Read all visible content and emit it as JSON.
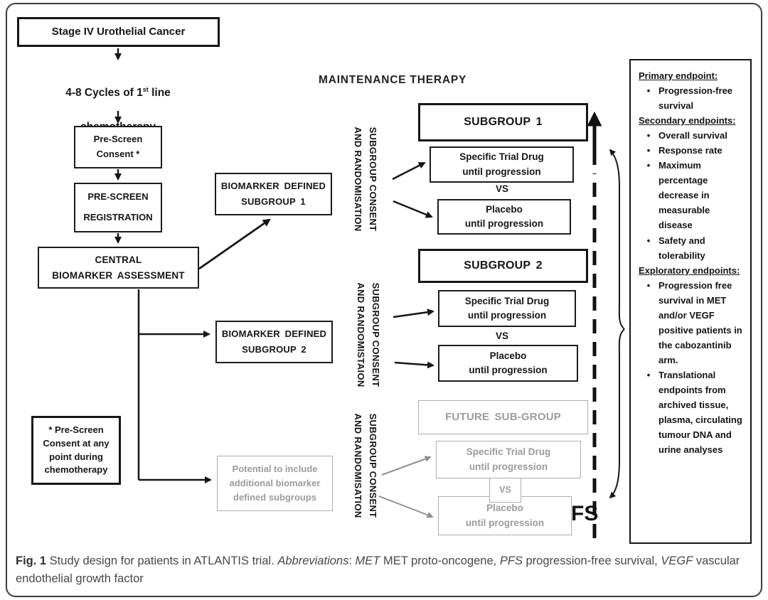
{
  "colors": {
    "ink": "#1a1a1a",
    "muted_gray": "#9c9c9c",
    "caption_text": "#484848"
  },
  "header": {
    "maintenance": "MAINTENANCE THERAPY"
  },
  "flow": {
    "stage": "Stage IV Urothelial Cancer",
    "cycles_pre": "4-8 Cycles of 1",
    "cycles_sup": "st",
    "cycles_post": " line",
    "cycles_line2": "chemotherapy",
    "prescreen_consent": "Pre-Screen\nConsent *",
    "prescreen_registration": "PRE-SCREEN\nREGISTRATION",
    "central_biomarker": "CENTRAL\nBIOMARKER ASSESSMENT",
    "footnote": "* Pre-Screen\nConsent at any\npoint during\nchemotherapy",
    "biomarker_subgroup1": "BIOMARKER DEFINED\nSUBGROUP 1",
    "biomarker_subgroup2": "BIOMARKER DEFINED\nSUBGROUP 2",
    "potential": "Potential to include\nadditional biomarker\ndefined subgroups"
  },
  "maintenance": {
    "rot_label_1": "SUBGROUP CONSENT\nAND RANDOMISATION",
    "rot_label_2": "SUBGROUP CONSENT\nAND RANDOMISTAION",
    "rot_label_3": "SUBGROUP CONSENT\nAND RANDOMISATION",
    "subgroup1": "SUBGROUP 1",
    "subgroup2": "SUBGROUP 2",
    "future_subgroup": "FUTURE SUB-GROUP",
    "drug": "Specific Trial Drug\nuntil progression",
    "vs": "VS",
    "placebo": "Placebo\nuntil progression",
    "pfs": "PFS"
  },
  "endpoints_panel": {
    "sections": [
      {
        "heading": "Primary endpoint:",
        "items": [
          "Progression-free survival"
        ]
      },
      {
        "heading": "Secondary endpoints:",
        "items": [
          "Overall survival",
          "Response rate",
          "Maximum percentage decrease in measurable disease",
          "Safety and tolerability"
        ]
      },
      {
        "heading": "Exploratory endpoints:",
        "items": [
          "Progression free survival in MET and/or VEGF positive patients in the cabozantinib arm.",
          "Translational endpoints from archived tissue, plasma, circulating tumour DNA and urine analyses"
        ]
      }
    ]
  },
  "caption": {
    "fig_label": "Fig. 1",
    "body": " Study design for patients in ATLANTIS trial. ",
    "abbr_label": "Abbreviations",
    "colon": ": ",
    "term_met": "MET",
    "def_met": " MET proto-oncogene, ",
    "term_pfs": "PFS",
    "def_pfs": " progression-free survival, ",
    "term_vegf": "VEGF",
    "def_vegf": " vascular endothelial growth factor"
  }
}
